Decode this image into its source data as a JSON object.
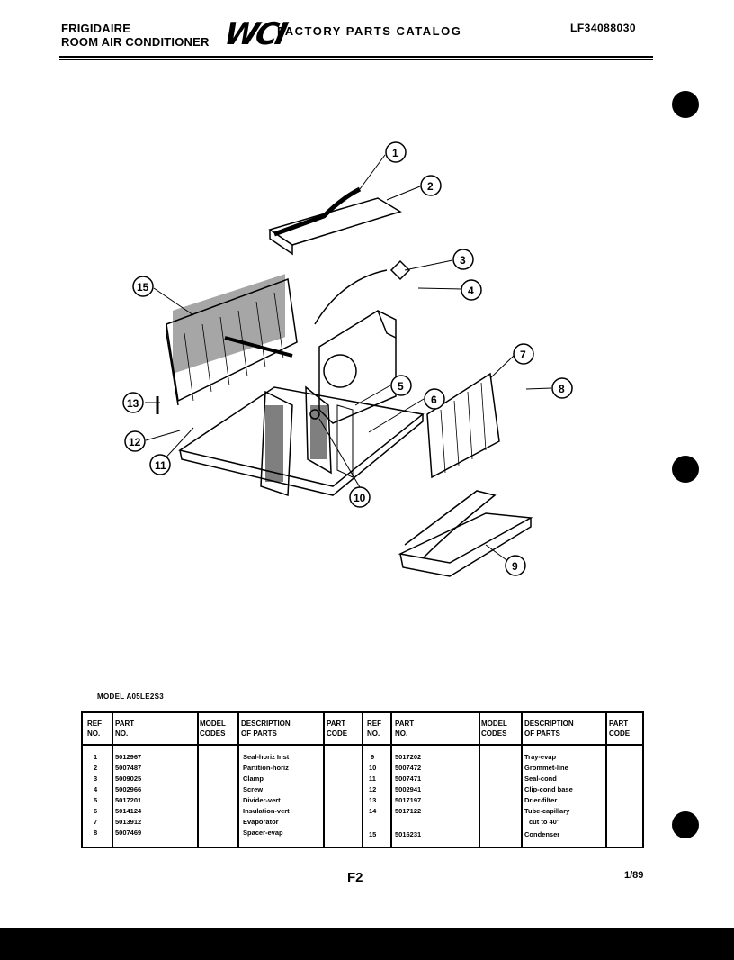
{
  "header": {
    "brand_line1": "FRIGIDAIRE",
    "brand_line2": "ROOM AIR CONDITIONER",
    "logo": "WCI",
    "catalog_title": "FACTORY PARTS CATALOG",
    "catalog_number": "LF34088030"
  },
  "model_label": "MODEL A05LE2S3",
  "table": {
    "headers": {
      "ref": [
        "REF",
        "NO."
      ],
      "part": [
        "PART",
        "NO."
      ],
      "codes": [
        "MODEL",
        "CODES"
      ],
      "desc": [
        "DESCRIPTION",
        "OF PARTS"
      ],
      "part_code": [
        "PART",
        "CODE"
      ]
    },
    "left_rows": [
      {
        "ref": "1",
        "part": "5012967",
        "desc": "Seal-horiz Inst"
      },
      {
        "ref": "2",
        "part": "5007487",
        "desc": "Partition-horiz"
      },
      {
        "ref": "3",
        "part": "5009025",
        "desc": "Clamp"
      },
      {
        "ref": "4",
        "part": "5002966",
        "desc": "Screw"
      },
      {
        "ref": "5",
        "part": "5017201",
        "desc": "Divider-vert"
      },
      {
        "ref": "6",
        "part": "5014124",
        "desc": "Insulation-vert"
      },
      {
        "ref": "7",
        "part": "5013912",
        "desc": "Evaporator"
      },
      {
        "ref": "8",
        "part": "5007469",
        "desc": "Spacer-evap"
      }
    ],
    "right_rows": [
      {
        "ref": "9",
        "part": "5017202",
        "desc": "Tray-evap"
      },
      {
        "ref": "10",
        "part": "5007472",
        "desc": "Grommet-line"
      },
      {
        "ref": "11",
        "part": "5007471",
        "desc": "Seal-cond"
      },
      {
        "ref": "12",
        "part": "5002941",
        "desc": "Clip-cond base"
      },
      {
        "ref": "13",
        "part": "5017197",
        "desc": "Drier-filter"
      },
      {
        "ref": "14",
        "part": "5017122",
        "desc": "Tube-capillary"
      },
      {
        "ref": "",
        "part": "",
        "desc": "cut to 40\""
      },
      {
        "ref": "15",
        "part": "5016231",
        "desc": "Condenser"
      }
    ]
  },
  "callouts": [
    "1",
    "2",
    "3",
    "4",
    "5",
    "6",
    "7",
    "8",
    "9",
    "10",
    "11",
    "12",
    "13",
    "15"
  ],
  "footer": {
    "page_code": "F2",
    "date": "1/89"
  }
}
